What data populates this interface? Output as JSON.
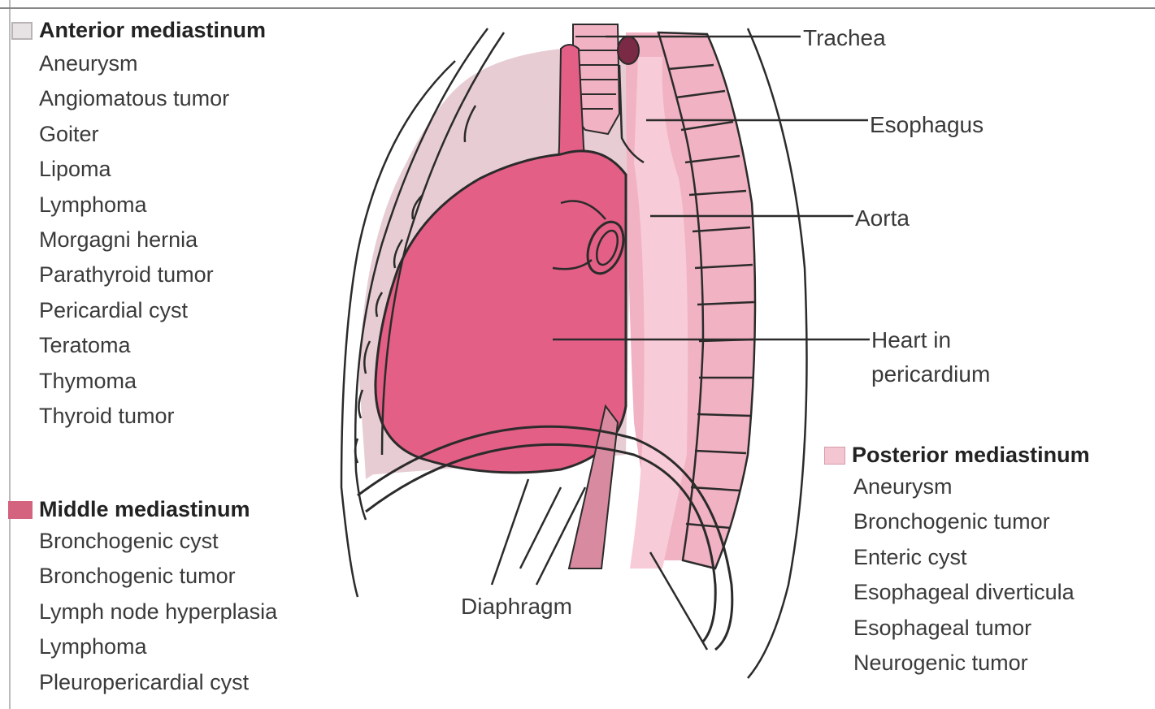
{
  "colors": {
    "anterior": "#e7cdd3",
    "middle": "#e35f86",
    "posterior": "#f1b2c3",
    "aorta_light": "#f7cbd7",
    "line": "#2b2b2b"
  },
  "anterior": {
    "title": "Anterior mediastinum",
    "items": [
      "Aneurysm",
      "Angiomatous tumor",
      "Goiter",
      "Lipoma",
      "Lymphoma",
      "Morgagni hernia",
      "Parathyroid tumor",
      "Pericardial cyst",
      "Teratoma",
      "Thymoma",
      "Thyroid tumor"
    ]
  },
  "middle": {
    "title": "Middle mediastinum",
    "items": [
      "Bronchogenic cyst",
      "Bronchogenic tumor",
      "Lymph node hyperplasia",
      "Lymphoma",
      "Pleuropericardial cyst"
    ]
  },
  "posterior": {
    "title": "Posterior mediastinum",
    "items": [
      "Aneurysm",
      "Bronchogenic tumor",
      "Enteric cyst",
      "Esophageal diverticula",
      "Esophageal tumor",
      "Neurogenic tumor"
    ]
  },
  "labels": {
    "trachea": "Trachea",
    "esophagus": "Esophagus",
    "aorta": "Aorta",
    "heart_line1": "Heart in",
    "heart_line2": "pericardium",
    "diaphragm": "Diaphragm"
  }
}
